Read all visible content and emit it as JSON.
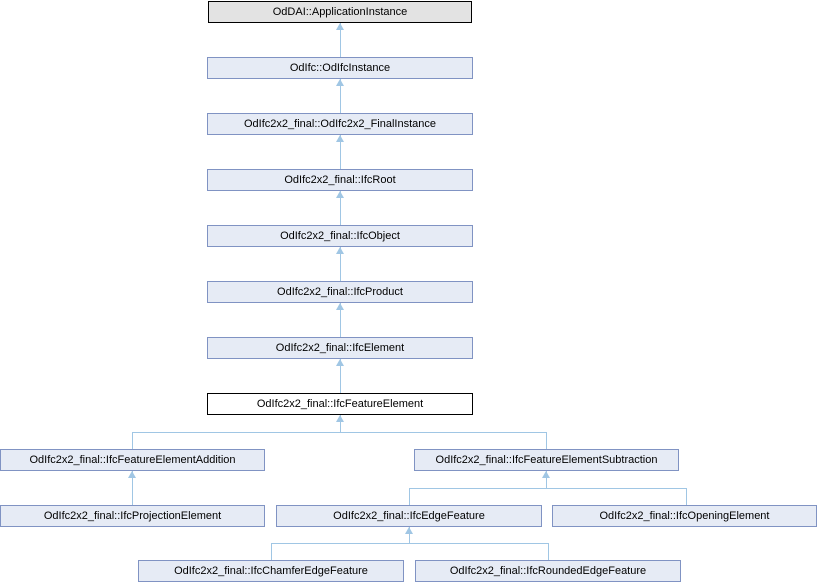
{
  "diagram": {
    "type": "class-inheritance-graph",
    "focal_class": "OdIfc2x2_final::IfcFeatureElement"
  },
  "nodes": {
    "oddai_application_instance": "OdDAI::ApplicationInstance",
    "odifc_instance": "OdIfc::OdIfcInstance",
    "odifc2x2_final_instance": "OdIfc2x2_final::OdIfc2x2_FinalInstance",
    "ifc_root": "OdIfc2x2_final::IfcRoot",
    "ifc_object": "OdIfc2x2_final::IfcObject",
    "ifc_product": "OdIfc2x2_final::IfcProduct",
    "ifc_element": "OdIfc2x2_final::IfcElement",
    "ifc_feature_element": "OdIfc2x2_final::IfcFeatureElement",
    "ifc_feature_element_addition": "OdIfc2x2_final::IfcFeatureElementAddition",
    "ifc_feature_element_subtraction": "OdIfc2x2_final::IfcFeatureElementSubtraction",
    "ifc_projection_element": "OdIfc2x2_final::IfcProjectionElement",
    "ifc_edge_feature": "OdIfc2x2_final::IfcEdgeFeature",
    "ifc_opening_element": "OdIfc2x2_final::IfcOpeningElement",
    "ifc_chamfer_edge_feature": "OdIfc2x2_final::IfcChamferEdgeFeature",
    "ifc_rounded_edge_feature": "OdIfc2x2_final::IfcRoundedEdgeFeature"
  },
  "colors": {
    "node_fill": "#E6EBF5",
    "node_border": "#8093C3",
    "root_fill": "#E3E3E3",
    "root_border": "#000000",
    "focal_fill": "#FFFFFF",
    "focal_border": "#000000",
    "edge": "#A0C6E4",
    "text": "#000000",
    "background": "#FFFFFF"
  }
}
